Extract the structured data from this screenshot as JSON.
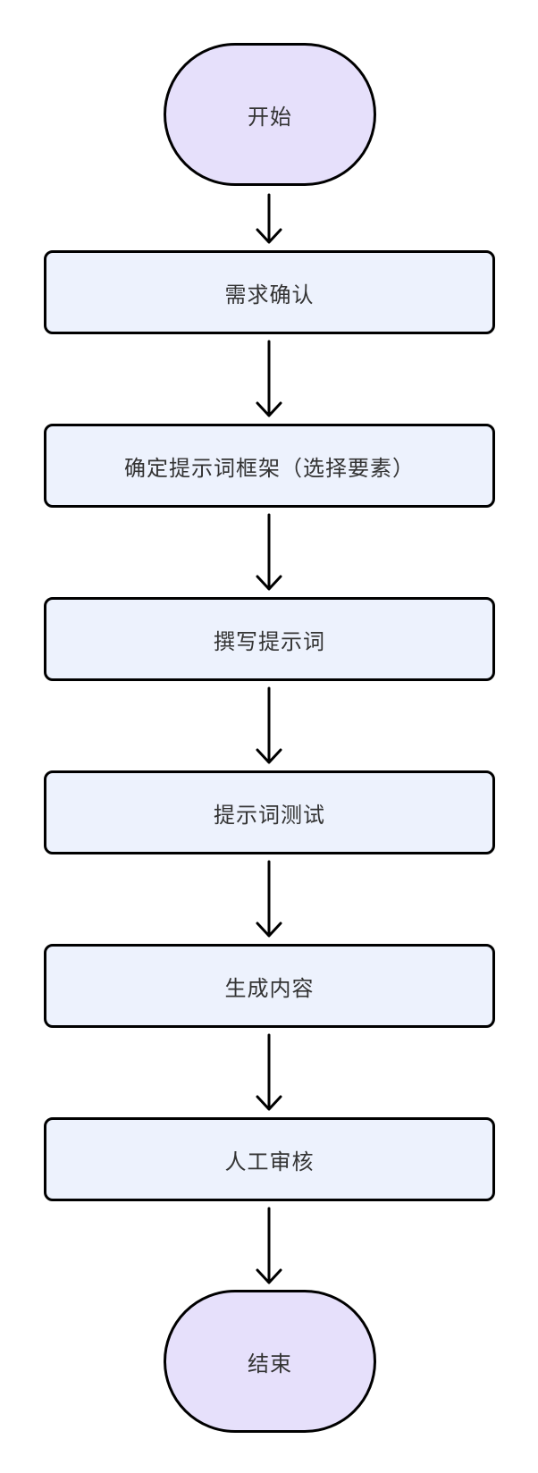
{
  "flowchart": {
    "start": "开始",
    "steps": [
      "需求确认",
      "确定提示词框架（选择要素）",
      "撰写提示词",
      "提示词测试",
      "生成内容",
      "人工审核"
    ],
    "end": "结束"
  },
  "colors": {
    "terminal_fill": "#e6e0fb",
    "process_fill": "#edf2fd",
    "stroke": "#000000",
    "text": "#333333"
  }
}
